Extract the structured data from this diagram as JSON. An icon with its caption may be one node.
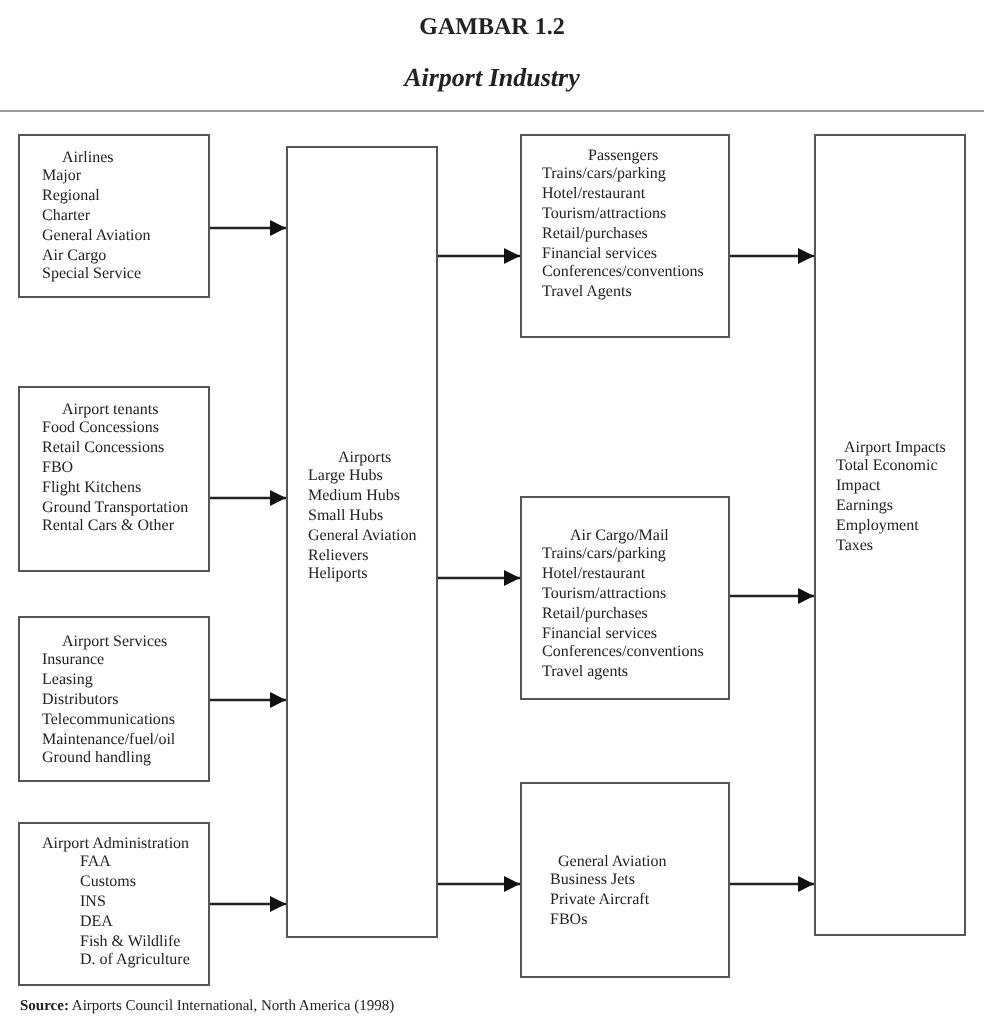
{
  "diagram": {
    "title": "GAMBAR 1.2",
    "caption": "**Source:** Airports Council International, North America (1998)",
    "nodes": [
      {
        "text": [
          "Airlines",
          "Major",
          "Regional",
          "Charter",
          "General Aviation",
          "Air Cargo",
          "Special Service"
        ]
      },
      {
        "text": [
          "Airport tenants",
          "Food Concessions",
          "Retail Concessions",
          "FBO",
          "Flight Kitchens",
          "Ground Transportation",
          "Rental Cars & Other"
        ]
      },
      {
        "text": [
          "Airport Services",
          "Insurance",
          "Leasing",
          "Distributors",
          "Telecommunications",
          "Maintenance/fuel/oil",
          "Ground handling"
        ]
      },
      {
        "text": [
          "Airport Administration",
          "FAA",
          "Customs",
          "INS",
          "DEA",
          "Fish & Wildlife",
          "D. of Agriculture"
        ]
      },
      {
        "text": [
          "Airports",
          "Large Hubs",
          "Medium Hubs",
          "Small Hubs",
          "General Aviation",
          "Relievers",
          "Heliports"
        ]
      },
      {
        "text": [
          "Passengers",
          "Trains/cars/parking",
          "Hotel/restaurant",
          "Tourism/attractions",
          "Retail/purchases",
          "Financial services",
          "Conferences/conventions",
          "Travel Agents"
        ]
      },
      {
        "text": [
          "Air Cargo/Mail",
          "Trains/cars/parking",
          "Hotel/restaurant",
          "Tourism/attractions",
          "Retail/purchases",
          "Financial services",
          "Conferences/conventions",
          "Travel agents"
        ]
      },
      {
        "text": [
          "General Aviation",
          "Business Jets",
          "Private Aircraft",
          "FBOs"
        ]
      },
      {
        "text": [
          "Airport Impacts",
          "Total Economic Impact",
          "Earnings",
          "Employment",
          "Taxes"
        ]
      }
    ],
    "edges": [
      {
        "from": 0,
        "to": 4,
        "arrow": "to"
      },
      {
        "from": 1,
        "to": 4,
        "arrow": "to"
      },
      {
        "from": 2,
        "to": 4,
        "arrow": "to"
      },
      {
        "from": 3,
        "to": 4,
        "arrow": "to"
      },
      {
        "from": 4,
        "to": 5,
        "arrow": "to"
      },
      {
        "from": 4,
        "to": 6,
        "arrow": "to"
      },
      {
        "from": 4,
        "to": 7,
        "arrow": "to"
      },
      {
        "from": 5,
        "to": 8,
        "arrow": "to"
      },
      {
        "from": 6,
        "to": 8,
        "arrow": "to"
      },
      {
        "from": 7,
        "to": 8,
        "arrow": "to"
      }
    ],
    "labels": [
      "Airport Industry"
    ]
  }
}
